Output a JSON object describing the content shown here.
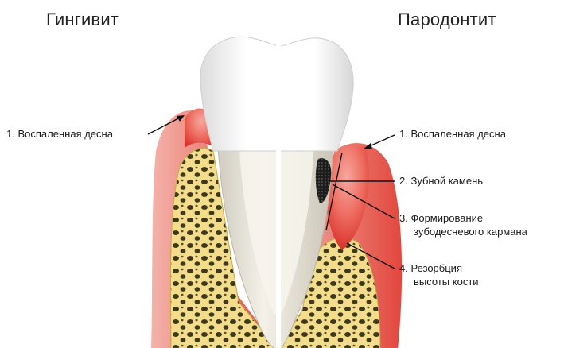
{
  "titles": {
    "left": "Гингивит",
    "right": "Пародонтит"
  },
  "left_labels": [
    {
      "number": "1.",
      "lines": [
        "Воспаленная десна"
      ]
    }
  ],
  "right_labels": [
    {
      "number": "1.",
      "lines": [
        "Воспаленная десна"
      ]
    },
    {
      "number": "2.",
      "lines": [
        "Зубной камень"
      ]
    },
    {
      "number": "3.",
      "lines": [
        "Формирование",
        "зубодесневого кармана"
      ]
    },
    {
      "number": "4.",
      "lines": [
        "Резорбция",
        "высоты кости"
      ]
    }
  ],
  "colors": {
    "gum": "#e8413a",
    "gum_light": "#f6a89f",
    "bone": "#f3dc8c",
    "bone_pore": "#3a3a1e",
    "enamel": "#ffffff",
    "dentin": "#ece8dc",
    "tartar": "#222222",
    "text": "#1a1a1a"
  }
}
